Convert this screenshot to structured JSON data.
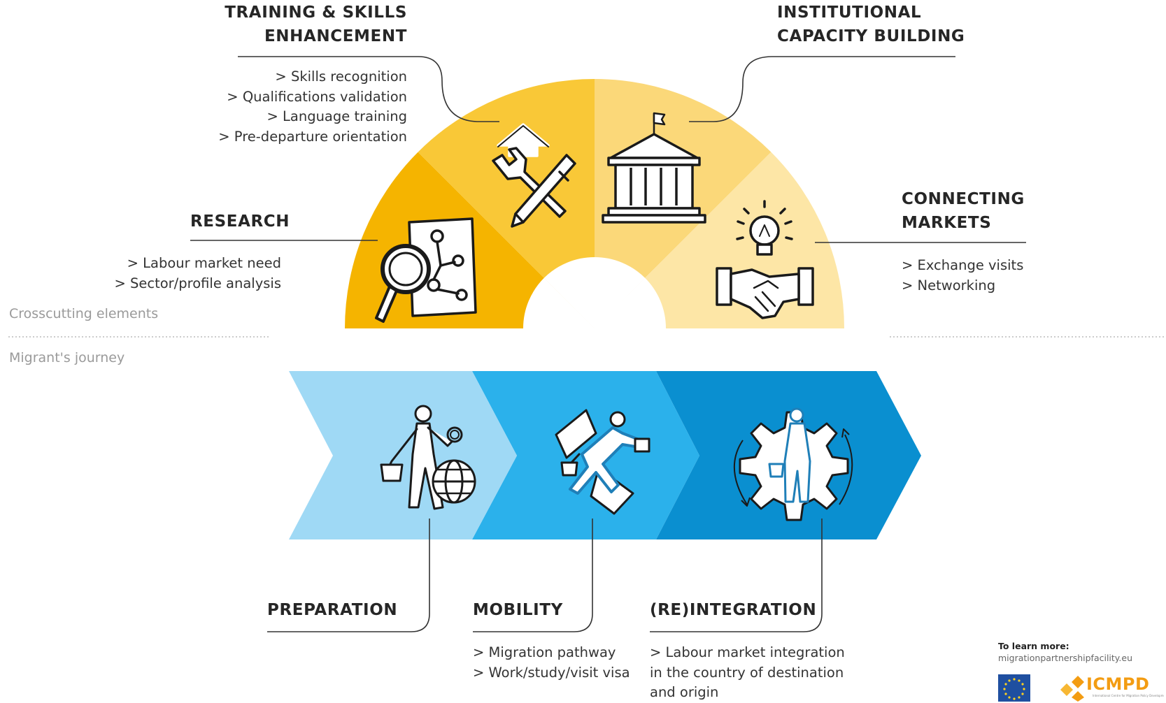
{
  "crosscutting": {
    "section_label": "Crosscutting elements",
    "training": {
      "title_line1": "TRAINING & SKILLS",
      "title_line2": "ENHANCEMENT",
      "items": [
        "> Skills recognition",
        "> Qualifications validation",
        "> Language training",
        "> Pre-departure orientation"
      ],
      "icon": "tools-icon"
    },
    "institutional": {
      "title_line1": "INSTITUTIONAL",
      "title_line2": "CAPACITY BUILDING",
      "icon": "institution-building-icon"
    },
    "research": {
      "title": "RESEARCH",
      "items": [
        "> Labour market need",
        "> Sector/profile analysis"
      ],
      "icon": "magnifier-network-icon"
    },
    "connecting": {
      "title_line1": "CONNECTING",
      "title_line2": "MARKETS",
      "items": [
        "> Exchange visits",
        "> Networking"
      ],
      "icon": "handshake-lightbulb-icon"
    }
  },
  "journey": {
    "section_label": "Migrant's journey",
    "stages": [
      {
        "title": "PREPARATION",
        "items": [],
        "icon": "person-magnifier-globe-icon"
      },
      {
        "title": "MOBILITY",
        "items": [
          "> Migration pathway",
          "> Work/study/visit visa"
        ],
        "icon": "person-moving-icon"
      },
      {
        "title": "(RE)INTEGRATION",
        "items": [
          "> Labour market integration",
          "in the country of destination",
          "and origin"
        ],
        "icon": "person-gear-icon"
      }
    ]
  },
  "footer": {
    "learn_more_label": "To learn more:",
    "url": "migrationpartnershipfacility.eu",
    "logo_text": "ICMPD",
    "logo_subtext": "International Centre for Migration Policy Development",
    "eu_flag_icon": "eu-flag-icon"
  },
  "colors": {
    "yellow_dark": "#f5b400",
    "yellow_mid": "#f9c837",
    "yellow_light": "#fbd879",
    "yellow_pale": "#fde6a6",
    "blue_light": "#9fd9f5",
    "blue_mid": "#2bb1eb",
    "blue_dark": "#0a8fd0",
    "eu_blue": "#1f4fa0",
    "icmpd_orange": "#f39c12"
  }
}
